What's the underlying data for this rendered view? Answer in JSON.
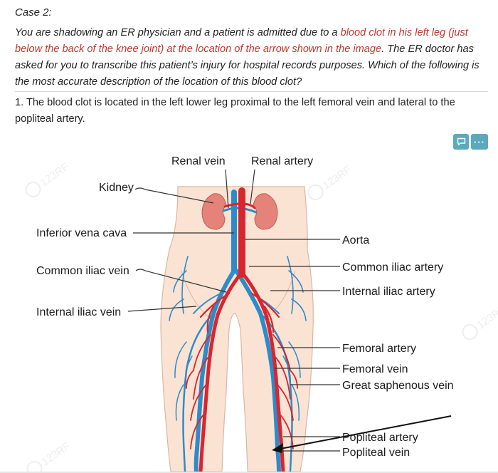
{
  "question": {
    "title": "Case 2:",
    "text_part1": "You are shadowing an ER physician and a patient is admitted due to a ",
    "highlight": "blood clot in his left leg (just below the back of the knee joint) at the location of the arrow shown in the image",
    "text_part2": ". The ER doctor has asked for you to transcribe this patient’s injury for hospital records purposes. Which of the following is the most accurate description of the location of this blood clot?",
    "option1": "1. The blood clot is located in the left lower leg proximal to the left femoral vein and lateral to the popliteal artery."
  },
  "toolbar": {
    "comment_icon": "comment-icon",
    "more_label": "···"
  },
  "figure": {
    "labels": {
      "renal_vein": "Renal vein",
      "renal_artery": "Renal artery",
      "kidney": "Kidney",
      "inferior_vena_cava": "Inferior vena cava",
      "aorta": "Aorta",
      "common_iliac_vein": "Common iliac vein",
      "common_iliac_artery": "Common iliac artery",
      "internal_iliac_artery": "Internal iliac artery",
      "internal_iliac_vein": "Internal iliac vein",
      "femoral_artery": "Femoral artery",
      "femoral_vein": "Femoral vein",
      "great_saphenous_vein": "Great saphenous vein",
      "popliteal_artery": "Popliteal artery",
      "popliteal_vein": "Popliteal vein"
    },
    "watermark": "123RF",
    "colors": {
      "skin": "#fbe3d3",
      "artery": "#d8262e",
      "vein": "#2e8bc9",
      "kidney": "#e5837a",
      "highlight_text": "#c0392b"
    }
  }
}
